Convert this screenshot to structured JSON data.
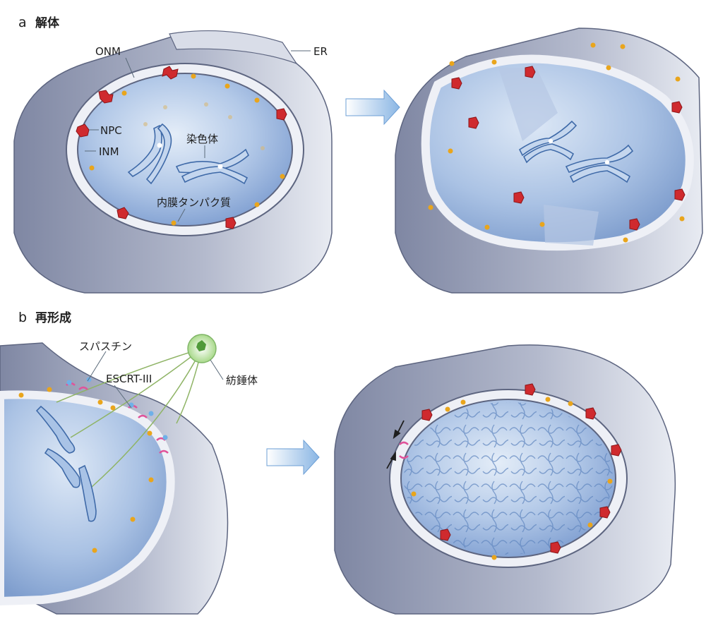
{
  "panel_a": {
    "letter": "a",
    "title": "解体",
    "labels": {
      "onm": "ONM",
      "er": "ER",
      "npc": "NPC",
      "inm": "INM",
      "chromosome": "染色体",
      "inner_membrane_protein": "内膜タンパク質"
    }
  },
  "panel_b": {
    "letter": "b",
    "title": "再形成",
    "labels": {
      "spastin": "スパスチン",
      "escrt": "ESCRT-III",
      "spindle": "紡錘体"
    }
  },
  "colors": {
    "nucleoplasm": "#8fb0dc",
    "er_membrane": "#8c93ab",
    "npc": "#cf2a2e",
    "protein": "#e9a51c",
    "escrt_ring": "#e0539a",
    "arrow": "#9cc2e8",
    "spindle_fiber": "#8fb466"
  },
  "icons": {
    "transition_arrow": "right-arrow-icon",
    "spindle_pole": "centrosome-icon",
    "constriction": "converging-arrows-icon"
  }
}
